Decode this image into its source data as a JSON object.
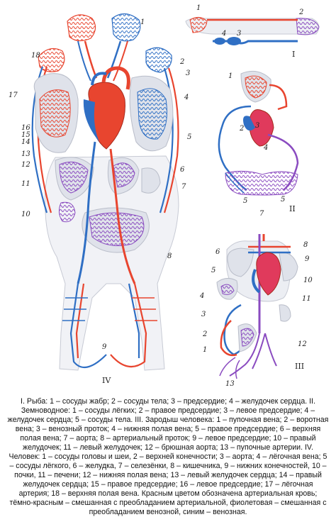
{
  "labels": {
    "human": [
      "1",
      "2",
      "3",
      "4",
      "5",
      "6",
      "7",
      "8",
      "9",
      "10",
      "11",
      "12",
      "13",
      "14",
      "15",
      "16",
      "17",
      "18"
    ],
    "fish": [
      "1",
      "2",
      "3",
      "4"
    ],
    "amphibian": [
      "1",
      "2",
      "3",
      "4",
      "5"
    ],
    "embryo": [
      "1",
      "2",
      "3",
      "4",
      "5",
      "6",
      "7",
      "8",
      "9",
      "10",
      "11",
      "12",
      "13"
    ],
    "roman": {
      "fish": "I",
      "amphibian": "II",
      "embryo": "III",
      "human": "IV"
    }
  },
  "colors": {
    "arterial": "#e8452f",
    "venous": "#2f6fc4",
    "mixed_arterial": "#e03a5c",
    "mixed_venous": "#8a4bc0",
    "organ_fill": "#d8dbe3"
  },
  "caption": "I. Рыба: 1 – сосуды жабр; 2 – сосуды тела; 3 – предсердие; 4 – желудочек сердца. II. Земноводное: 1 – сосуды лёгких; 2 – правое предсердие; 3 – левое предсердие; 4 – желудочек сердца; 5 – сосуды тела. III. Зародыш человека: 1 – пупочная вена; 2 – воротная вена; 3 – венозный проток; 4 – нижняя полая вена; 5 – правое предсердие; 6 – верхняя полая вена; 7 – аорта; 8 – артериальный проток; 9 – левое предсердие; 10 – правый желудочек; 11 – левый желудочек; 12 – брюшная аорта; 13 – пупочные артерии. IV. Человек: 1 – сосуды головы и шеи, 2 – верхней конечности; 3 – аорта; 4 – лёгочная вена; 5 – сосуды лёгкого, 6 – желудка, 7 – селезёнки, 8 – кишечника, 9 – нижних конечностей, 10 – почки, 11 – печени; 12 – нижняя полая вена; 13 – левый желудочек сердца; 14 – правый желудочек сердца; 15 – правое предсердие; 16 – левое предсердие; 17 – лёгочная артерия; 18 – верхняя полая вена. Красным цветом обозначена артериальная кровь; тёмно-красным – смешанная с преобладанием артериальной, фиолетовая – смешанная с преобладанием венозной, синим – венозная."
}
